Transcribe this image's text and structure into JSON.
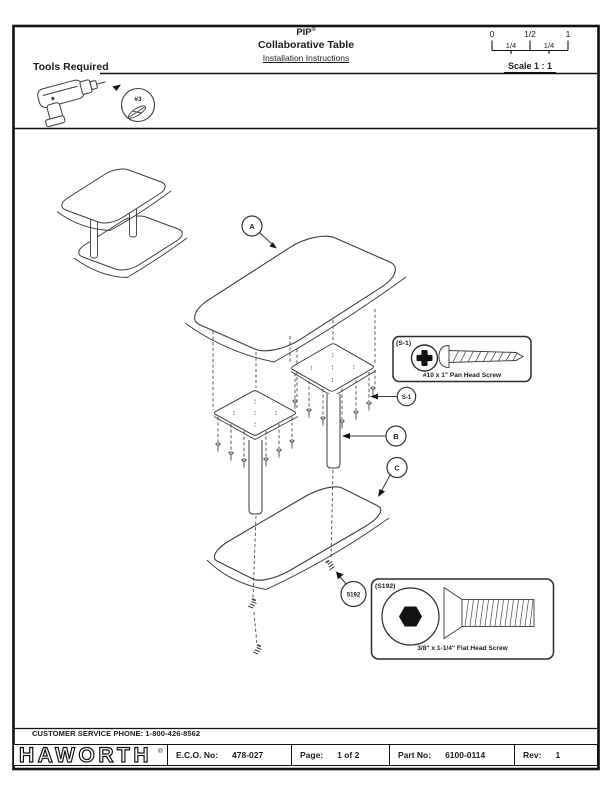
{
  "header": {
    "title_line1": "PIP",
    "title_reg": "®",
    "title_line2": "Collaborative Table",
    "title_line3": "Installation Instructions",
    "tools_required_label": "Tools Required",
    "drill_bit_label": "#3",
    "scale": {
      "zero": "0",
      "half": "1/2",
      "one": "1",
      "quarter_left": "1/4",
      "quarter_right": "1/4",
      "label": "Scale 1 : 1"
    }
  },
  "diagram": {
    "callout_a": "A",
    "callout_b": "B",
    "callout_c": "C",
    "callout_s1": "S-1",
    "callout_s192": "5192",
    "s1_box": {
      "tag": "(S-1)",
      "description": "#10 x 1\" Pan Head Screw"
    },
    "s192_box": {
      "tag": "(S192)",
      "description": "3/8\" x 1-1/4\" Flat Head Screw"
    }
  },
  "footer": {
    "customer_service": "CUSTOMER SERVICE PHONE: 1-800-426-8562",
    "brand": "HAWORTH",
    "brand_reg": "®",
    "eco": {
      "label": "E.C.O. No:",
      "value": "478-027"
    },
    "page": {
      "label": "Page:",
      "value": "1 of 2"
    },
    "part": {
      "label": "Part No:",
      "value": "6100-0114"
    },
    "rev": {
      "label": "Rev:",
      "value": "1"
    }
  }
}
